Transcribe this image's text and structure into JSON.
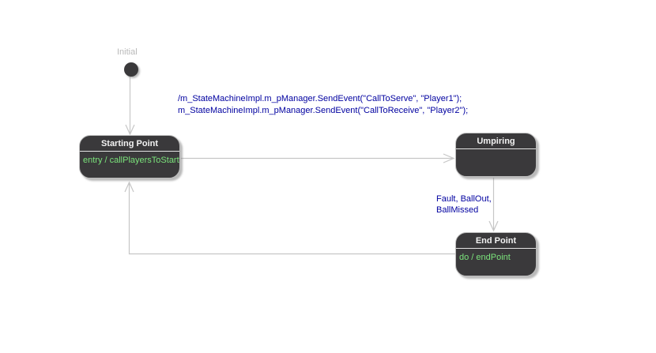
{
  "diagram": {
    "initial_label": "Initial",
    "states": [
      {
        "name": "StartingPoint",
        "title": "Starting Point",
        "body": "entry / callPlayersToStart"
      },
      {
        "name": "Umpiring",
        "title": "Umpiring",
        "body": ""
      },
      {
        "name": "EndPoint",
        "title": "End Point",
        "body": "do / endPoint"
      }
    ],
    "transitions": [
      {
        "from": "Initial",
        "to": "Starting Point",
        "label_lines": []
      },
      {
        "from": "Starting Point",
        "to": "Umpiring",
        "label_lines": [
          "/m_StateMachineImpl.m_pManager.SendEvent(\"CallToServe\", \"Player1\");",
          "m_StateMachineImpl.m_pManager.SendEvent(\"CallToReceive\", \"Player2\");"
        ]
      },
      {
        "from": "Umpiring",
        "to": "End Point",
        "label_lines": [
          "Fault, BallOut,",
          "BallMissed"
        ]
      },
      {
        "from": "End Point",
        "to": "Starting Point",
        "label_lines": []
      }
    ],
    "colors": {
      "state_fill": "#3a393b",
      "state_border": "#bdbdbd",
      "state_title_text": "#f2f2f2",
      "state_body_text": "#7be37b",
      "transition_line": "#c6c6c6",
      "transition_label_text": "#0000a0",
      "initial_label_text": "#b9b9b9",
      "background": "#ffffff"
    }
  }
}
